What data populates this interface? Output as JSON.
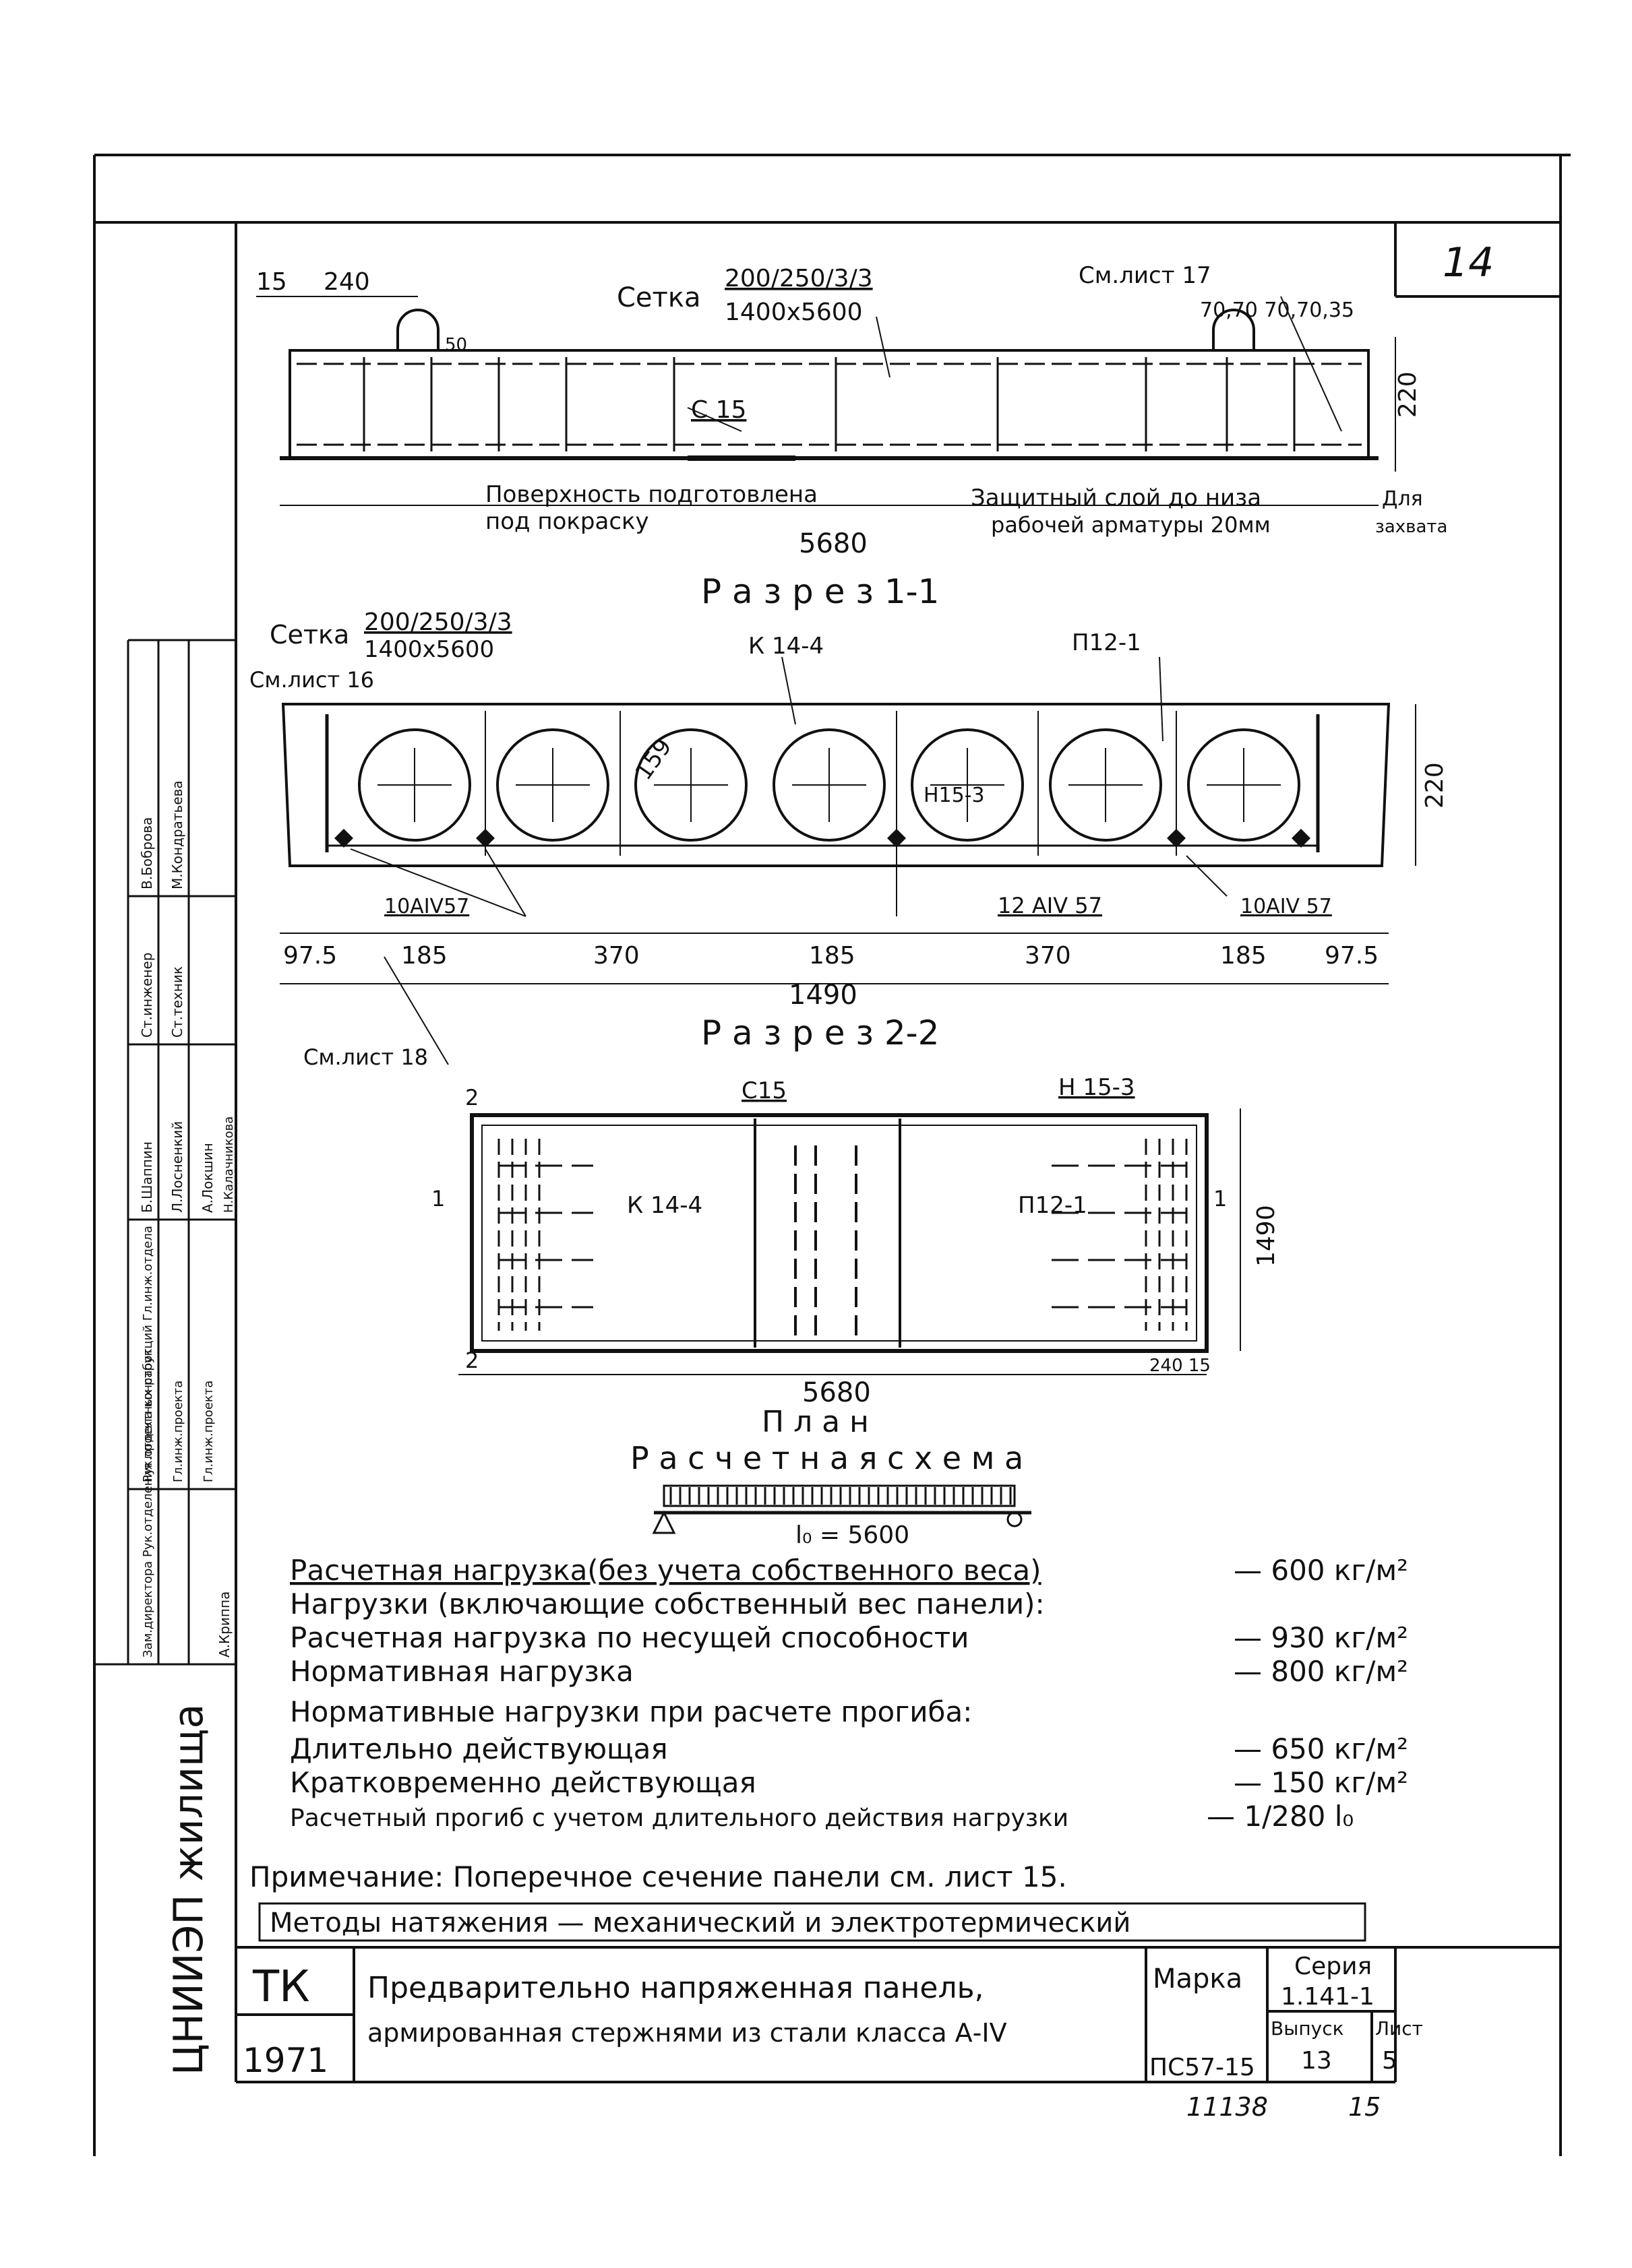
{
  "sheet_number": "14",
  "section_1_1": {
    "title": "Р а з р е з 1-1",
    "dims": {
      "d15": "15",
      "d240": "240",
      "d50": "50",
      "d220": "220",
      "d5680": "5680",
      "d_right": "70,70 70,70,35"
    },
    "mesh_label": "Сетка",
    "mesh_top": "200/250/3/3",
    "mesh_bottom": "1400x5600",
    "sheet_ref": "См.лист 17",
    "c15": "С 15",
    "note_surface_1": "Поверхность подготовлена",
    "note_surface_2": "под покраску",
    "note_cover_1": "Защитный слой до низа",
    "note_cover_2": "рабочей арматуры 20мм",
    "note_lift_1": "Для",
    "note_lift_2": "захвата"
  },
  "section_2_2": {
    "title": "Р а з р е з 2-2",
    "mesh_label": "Сетка",
    "mesh_top": "200/250/3/3",
    "mesh_bottom": "1400x5600",
    "sheet_ref_16": "См.лист 16",
    "sheet_ref_18": "См.лист 18",
    "k14": "К 14-4",
    "p12": "П12-1",
    "n15": "Н15-3",
    "dia": "159",
    "d220": "220",
    "bar_left": "10АIV57",
    "bar_mid": "12 АIV 57",
    "bar_right": "10АIV 57",
    "dims_bottom": [
      "97.5",
      "185",
      "370",
      "185",
      "370",
      "185",
      "97.5"
    ],
    "total": "1490"
  },
  "plan": {
    "title": "П л а н",
    "c15": "С15",
    "n15": "Н 15-3",
    "k14": "К 14-4",
    "p12": "П12-1",
    "cut_label": "1",
    "cut2_label": "2",
    "d1490": "1490",
    "d5680": "5680",
    "d240_15": "240 15"
  },
  "calc_scheme": {
    "title": "Р а с ч е т н а я   с х е м а",
    "span": "l₀ = 5600"
  },
  "loads": [
    {
      "label": "Расчетная нагрузка(без учета собственного веса)",
      "value": "— 600 кг/м²"
    },
    {
      "label": "Нагрузки (включающие собственный вес панели):",
      "value": ""
    },
    {
      "label": "Расчетная нагрузка по несущей способности",
      "value": "— 930 кг/м²"
    },
    {
      "label": "Нормативная нагрузка",
      "value": "— 800 кг/м²"
    },
    {
      "label": "Нормативные нагрузки при расчете прогиба:",
      "value": ""
    },
    {
      "label": "Длительно действующая",
      "value": "— 650 кг/м²"
    },
    {
      "label": "Кратковременно действующая",
      "value": "— 150 кг/м²"
    },
    {
      "label": "Расчетный прогиб с учетом длительного действия нагрузки",
      "value": "— 1/280 l₀"
    }
  ],
  "note_1": "Примечание: Поперечное сечение панели см. лист 15.",
  "note_2": "Методы натяжения — механический и электротермический",
  "title_block": {
    "tk": "ТК",
    "year": "1971",
    "title_1": "Предварительно напряженная панель,",
    "title_2": "армированная стержнями из стали класса А-IV",
    "mark_label": "Марка",
    "mark_value": "ПС57-15",
    "series_label": "Серия",
    "series_value": "1.141-1",
    "issue_label": "Выпуск",
    "issue_value": "13",
    "sheet_label": "Лист",
    "sheet_value": "5",
    "footer_1": "11138",
    "footer_2": "15"
  },
  "side_block": {
    "org": "ЦНИИЭП жилища",
    "roles": [
      "Зам.директора Рук.отделения проектных работ",
      "Рук.отдела конструкций Гл.инж.отдела",
      "Гл.инж.проекта",
      "Гл.инж.проекта"
    ],
    "names": [
      "А.Криппа",
      "Б.Шаппин",
      "Л.Лосненкий",
      "А.Локшин",
      "Н.Калачникова",
      "Ст.инженер",
      "Ст.техник",
      "В.Боброва",
      "М.Кондратьева"
    ]
  }
}
